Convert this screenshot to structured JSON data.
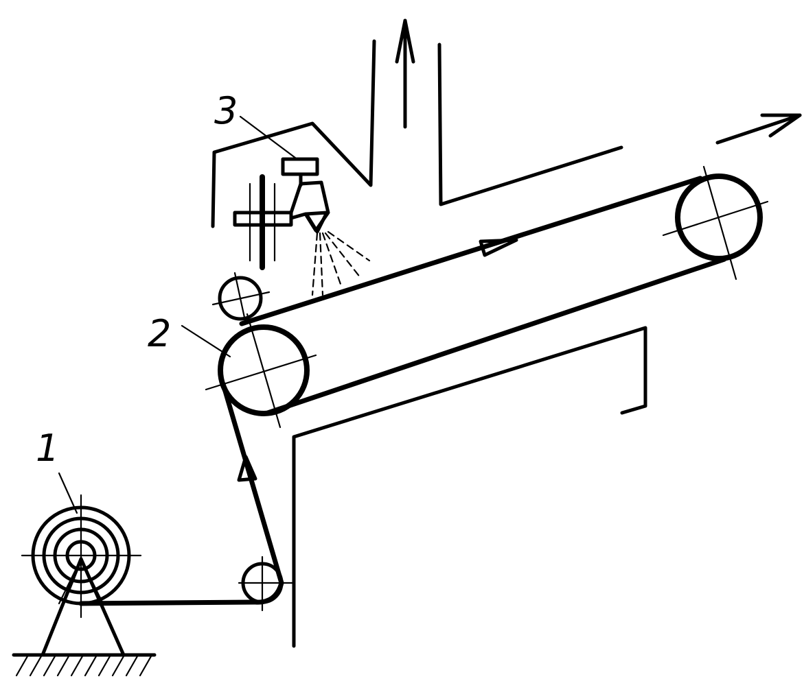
{
  "labels": {
    "item1": "1",
    "item2": "2",
    "item3": "3"
  },
  "colors": {
    "ink": "#000000",
    "background": "#ffffff"
  }
}
